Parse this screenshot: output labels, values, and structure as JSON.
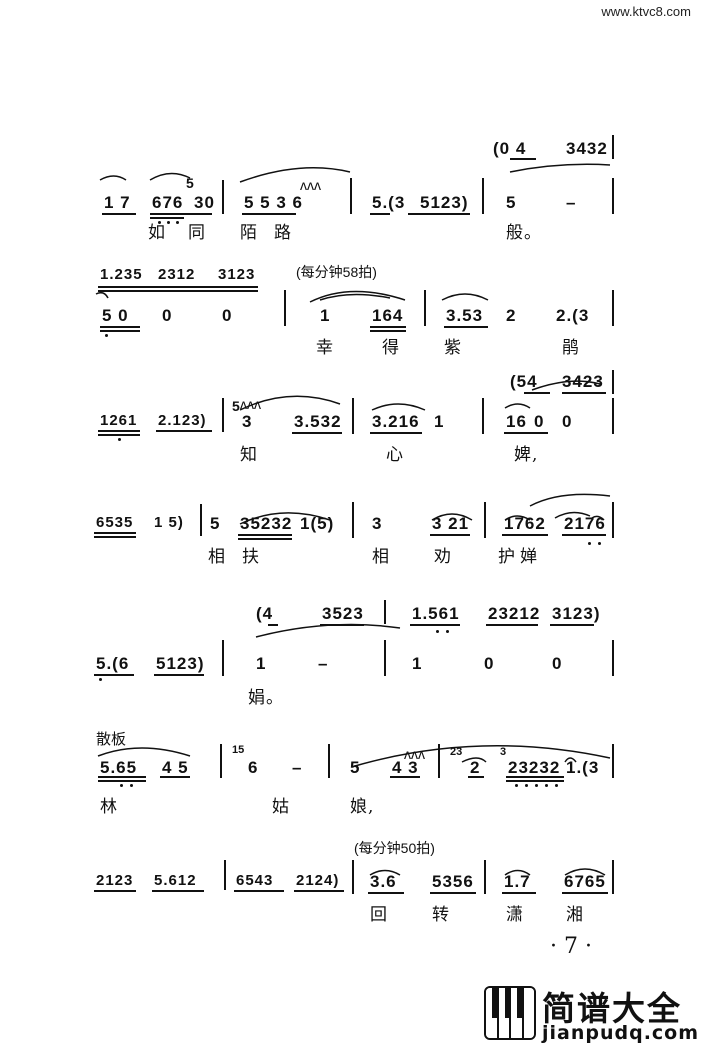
{
  "header": {
    "url": "www.ktvc8.com"
  },
  "rows": [
    {
      "notes": [
        "(0 4",
        "3432"
      ]
    },
    {
      "notes": [
        "1 7",
        "676",
        "30",
        "5 5 3 6",
        "5.(3",
        "5123)",
        "5",
        "–"
      ],
      "ornaments": [
        "5",
        "ᴧᴧᴧ"
      ],
      "lyrics": [
        "如",
        "同",
        "陌",
        "路",
        "般。"
      ]
    },
    {
      "notes": [
        "1.235",
        "2312",
        "3123",
        "5 0",
        "0",
        "0",
        "1",
        "164",
        "3.53",
        "2",
        "2.(3"
      ],
      "tempo": "(每分钟58拍)",
      "lyrics": [
        "幸",
        "得",
        "紫",
        "鹃"
      ]
    },
    {
      "notes": [
        "(54",
        "3423",
        "1261",
        "2.123)",
        "3",
        "3.532",
        "3.216",
        "1",
        "16",
        "0",
        "0"
      ],
      "ornaments": [
        "5",
        "ᴧᴧᴧ"
      ],
      "lyrics": [
        "知",
        "心",
        "婢,"
      ]
    },
    {
      "notes": [
        "6535",
        "1 5)",
        "5",
        "35232",
        "1(5)",
        "3",
        "3 21",
        "1762",
        "2176"
      ],
      "lyrics": [
        "相",
        "扶",
        "相",
        "劝",
        "护",
        "婵"
      ]
    },
    {
      "notes": [
        "(4",
        "3523",
        "1.561",
        "23212",
        "3123)",
        "5.(6",
        "5123)",
        "1",
        "–",
        "1",
        "0",
        "0"
      ],
      "lyrics": [
        "娟。"
      ]
    },
    {
      "label": "散板",
      "notes": [
        "5.65",
        "4 5",
        "6",
        "–",
        "5",
        "4 3",
        "2",
        "23232",
        "1.(3"
      ],
      "ornaments": [
        "15",
        "ᴧᴧᴧ",
        "23",
        "3"
      ],
      "lyrics": [
        "林",
        "姑",
        "娘,"
      ]
    },
    {
      "notes": [
        "2123",
        "5.612",
        "6543",
        "2124)",
        "3.6",
        "5356",
        "1.7",
        "6765"
      ],
      "tempo": "(每分钟50拍)",
      "lyrics": [
        "回",
        "转",
        "潇",
        "湘"
      ]
    }
  ],
  "page_number": "· 7 ·",
  "brand": {
    "cn": "简谱大全",
    "en": "jianpudq.com"
  }
}
